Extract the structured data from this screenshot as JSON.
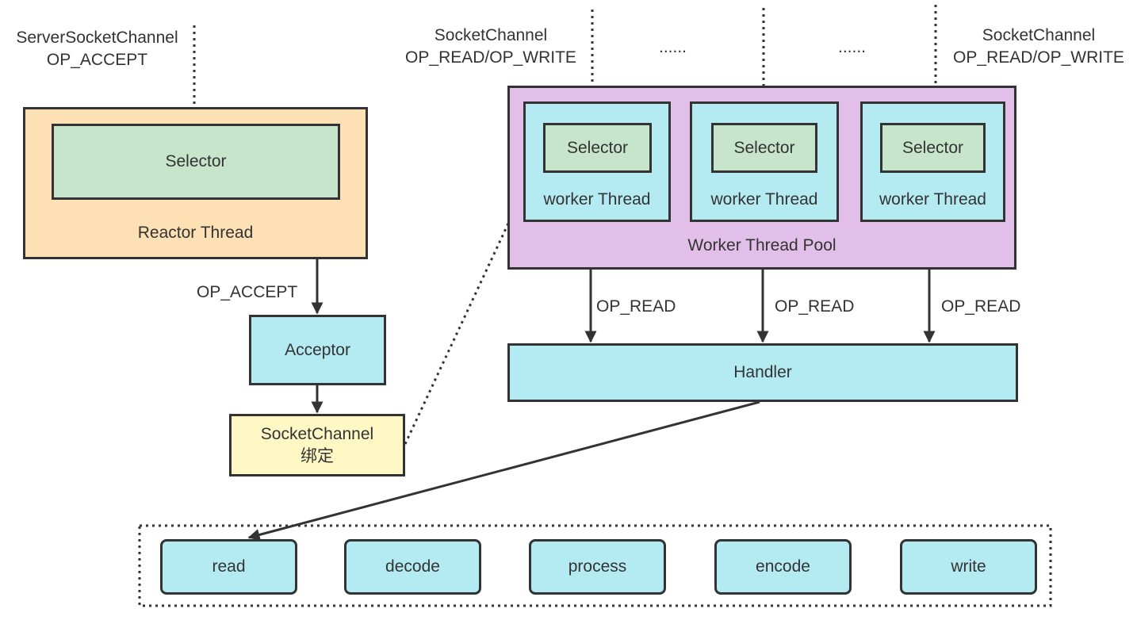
{
  "left": {
    "server_channel_line1": "ServerSocketChannel",
    "server_channel_line2": "OP_ACCEPT",
    "selector": "Selector",
    "reactor_thread": "Reactor Thread",
    "op_accept": "OP_ACCEPT",
    "acceptor": "Acceptor",
    "socket_channel_line1": "SocketChannel",
    "socket_channel_line2": "绑定"
  },
  "top": {
    "channel1_line1": "SocketChannel",
    "channel1_line2": "OP_READ/OP_WRITE",
    "ellipsis1": "......",
    "ellipsis2": "......",
    "channel2_line1": "SocketChannel",
    "channel2_line2": "OP_READ/OP_WRITE"
  },
  "pool": {
    "label": "Worker Thread Pool",
    "workers": [
      {
        "selector": "Selector",
        "label": "worker Thread"
      },
      {
        "selector": "Selector",
        "label": "worker Thread"
      },
      {
        "selector": "Selector",
        "label": "worker Thread"
      }
    ]
  },
  "edges": {
    "op_read": [
      "OP_READ",
      "OP_READ",
      "OP_READ"
    ]
  },
  "handler": "Handler",
  "pipeline": [
    "read",
    "decode",
    "process",
    "encode",
    "write"
  ],
  "colors": {
    "stroke": "#333333",
    "reactor_fill": "#fde0b4",
    "selector_fill": "#c6e5cb",
    "cyan_fill": "#b4ebf2",
    "pool_fill": "#e2bfe8",
    "channel_fill": "#fff8c4"
  }
}
